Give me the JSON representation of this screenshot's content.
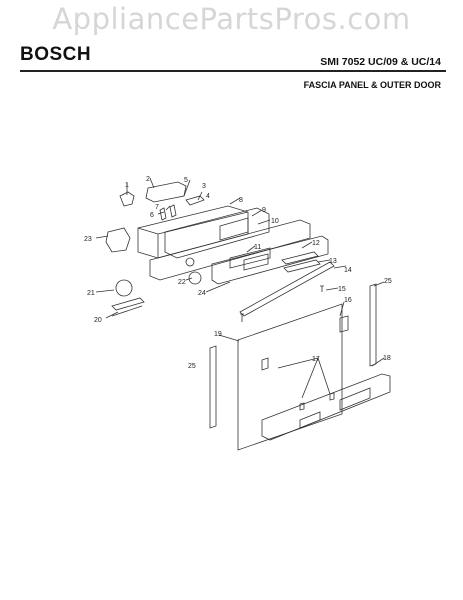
{
  "watermark": "AppliancePartsPros.com",
  "brand": "BOSCH",
  "model": "SMI 7052 UC/09 & UC/14",
  "subtitle": "FASCIA PANEL & OUTER DOOR",
  "callouts": [
    "1",
    "2",
    "3",
    "4",
    "5",
    "6",
    "7",
    "8",
    "9",
    "10",
    "11",
    "12",
    "13",
    "14",
    "15",
    "16",
    "17",
    "18",
    "19",
    "20",
    "21",
    "22",
    "23",
    "24",
    "25",
    "25"
  ]
}
